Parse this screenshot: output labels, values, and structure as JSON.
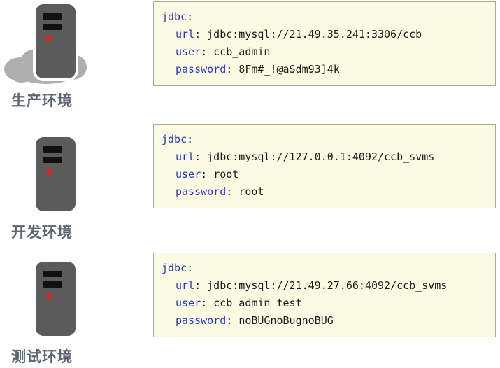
{
  "environments": [
    {
      "label": "生产环境",
      "icon": "server-tower-cloud-icon",
      "has_cloud": true,
      "config": {
        "root_key": "jdbc",
        "entries": [
          {
            "key": "url",
            "value": "jdbc:mysql://21.49.35.241:3306/ccb"
          },
          {
            "key": "user",
            "value": "ccb_admin"
          },
          {
            "key": "password",
            "value": "8Fm#_!@aSdm93]4k"
          }
        ]
      }
    },
    {
      "label": "开发环境",
      "icon": "server-tower-icon",
      "has_cloud": false,
      "config": {
        "root_key": "jdbc",
        "entries": [
          {
            "key": "url",
            "value": "jdbc:mysql://127.0.0.1:4092/ccb_svms"
          },
          {
            "key": "user",
            "value": "root"
          },
          {
            "key": "password",
            "value": "root"
          }
        ]
      }
    },
    {
      "label": "测试环境",
      "icon": "server-tower-icon",
      "has_cloud": false,
      "config": {
        "root_key": "jdbc",
        "entries": [
          {
            "key": "url",
            "value": "jdbc:mysql://21.49.27.66:4092/ccb_svms"
          },
          {
            "key": "user",
            "value": "ccb_admin_test"
          },
          {
            "key": "password",
            "value": "noBUGnoBugnoBUG"
          }
        ]
      }
    }
  ],
  "syntax": {
    "colon": ":",
    "colon_space": ": "
  },
  "colors": {
    "code_background": "#fbfbe4",
    "code_border": "#a9a996",
    "key_blue": "#2b33c4",
    "value_text": "#1a1a1a",
    "label_text": "#5c6672",
    "server_body": "#5b5b5b",
    "server_bay": "#111111",
    "server_led": "#e8201a",
    "cloud_gray": "#aeaeae",
    "page_background": "#ffffff"
  }
}
